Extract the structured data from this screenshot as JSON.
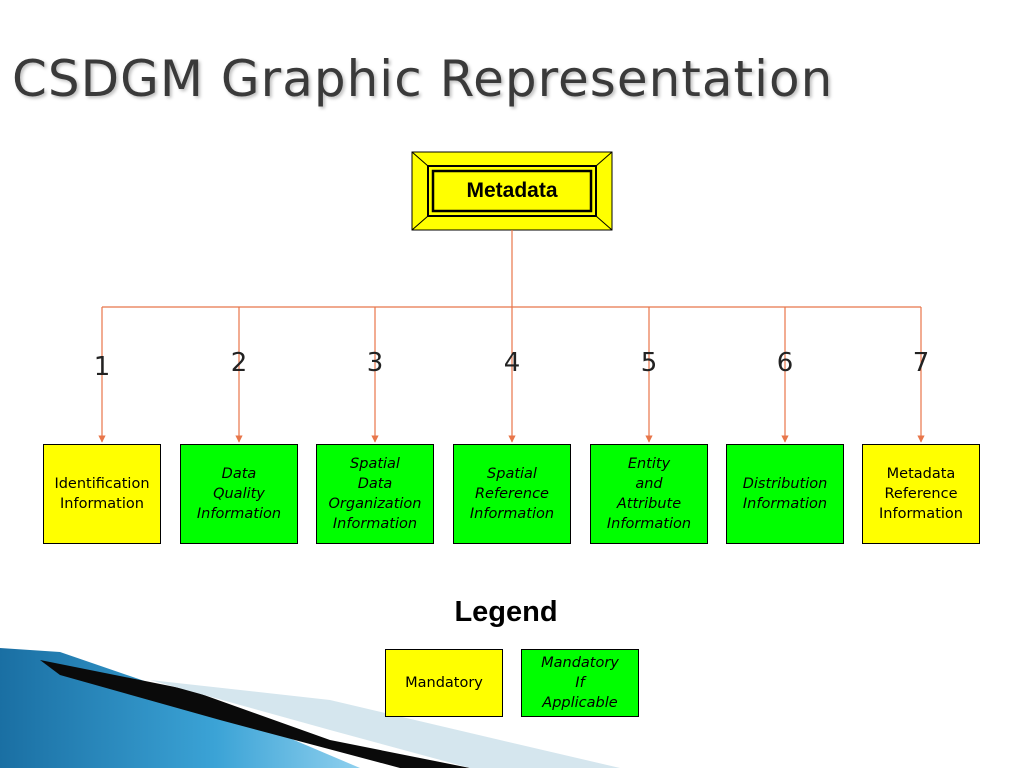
{
  "title": "CSDGM Graphic Representation",
  "root": {
    "label": "Metadata"
  },
  "branches": [
    {
      "number": "1",
      "label": "Identification\nInformation",
      "status": "mandatory"
    },
    {
      "number": "2",
      "label": "Data\nQuality\nInformation",
      "status": "mandatory-if-applicable"
    },
    {
      "number": "3",
      "label": "Spatial\nData\nOrganization\nInformation",
      "status": "mandatory-if-applicable"
    },
    {
      "number": "4",
      "label": "Spatial\nReference\nInformation",
      "status": "mandatory-if-applicable"
    },
    {
      "number": "5",
      "label": "Entity\nand\nAttribute\nInformation",
      "status": "mandatory-if-applicable"
    },
    {
      "number": "6",
      "label": "Distribution\nInformation",
      "status": "mandatory-if-applicable"
    },
    {
      "number": "7",
      "label": "Metadata\nReference\nInformation",
      "status": "mandatory"
    }
  ],
  "legend": {
    "title": "Legend",
    "mandatory": "Mandatory",
    "mandatory_if_applicable": "Mandatory\nIf\nApplicable"
  },
  "colors": {
    "mandatory": "#ffff00",
    "mandatory_if_applicable": "#00ff00",
    "connector": "#e8764a",
    "decor_blue": "#1e7fb0"
  }
}
